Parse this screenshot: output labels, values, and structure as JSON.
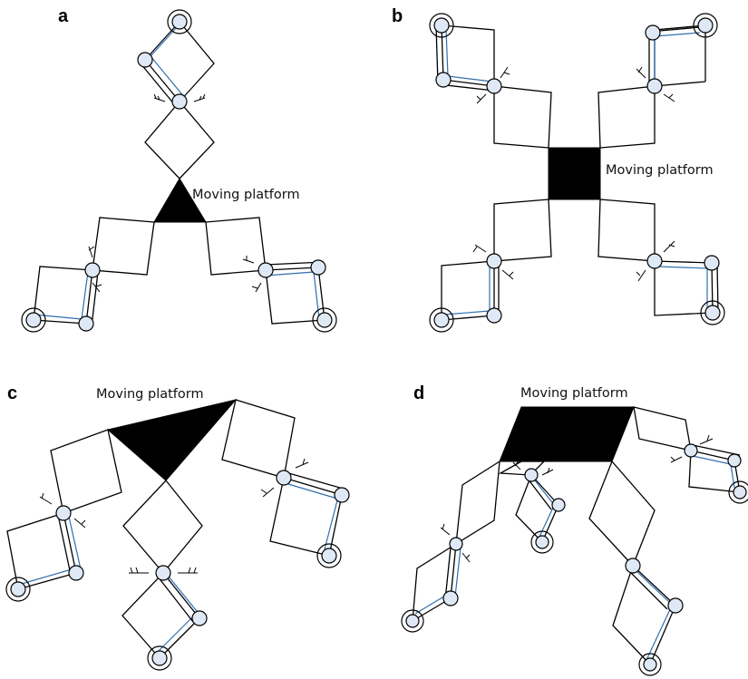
{
  "panels": [
    {
      "id": "a",
      "label": "a",
      "platform_label": "Moving platform"
    },
    {
      "id": "b",
      "label": "b",
      "platform_label": "Moving platform"
    },
    {
      "id": "c",
      "label": "c",
      "platform_label": "Moving platform"
    },
    {
      "id": "d",
      "label": "d",
      "platform_label": "Moving platform"
    }
  ],
  "colors": {
    "link": "#000000",
    "inner_link": "#2f6fb0",
    "joint_fill": "#dfe8f5",
    "platform": "#000000"
  }
}
